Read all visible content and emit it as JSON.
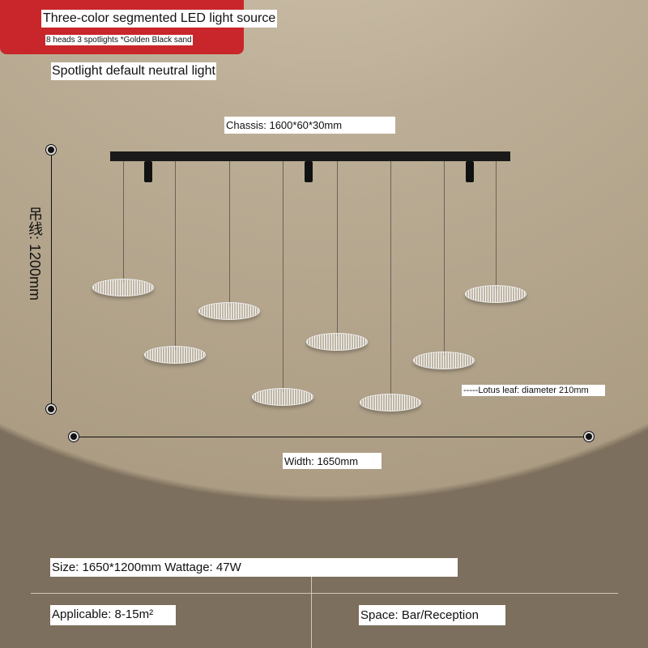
{
  "header": {
    "title": "Three-color segmented LED light source",
    "subtitle": "8 heads   3 spotlights *Golden   Black sand",
    "note": "Spotlight default neutral light"
  },
  "dimensions": {
    "chassis": "Chassis: 1600*60*30mm",
    "hanging_wire": "吊线: 1200mm",
    "lotus_leaf": "-----Lotus leaf: diameter 210mm",
    "width": "Width: 1650mm"
  },
  "specs": {
    "size_wattage": "Size: 1650*1200mm Wattage: 47W",
    "applicable": "Applicable: 8-15m²",
    "space": "Space: Bar/Reception"
  }
}
